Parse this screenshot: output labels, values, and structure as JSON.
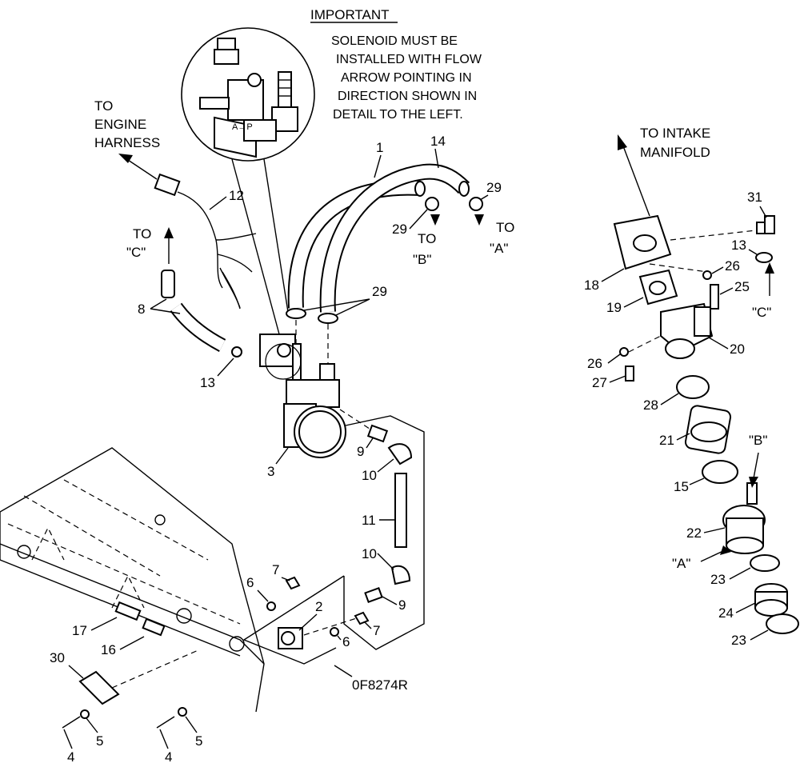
{
  "important_note": {
    "heading": "IMPORTANT",
    "lines": [
      "SOLENOID MUST BE",
      "INSTALLED WITH FLOW",
      "ARROW POINTING IN",
      "DIRECTION SHOWN IN",
      "DETAIL TO THE LEFT."
    ]
  },
  "detail_inset": {
    "flow_arrow_text": "A→P"
  },
  "directions": {
    "engine_harness": [
      "TO",
      "ENGINE",
      "HARNESS"
    ],
    "to_c": [
      "TO",
      "\"C\""
    ],
    "to_b": [
      "TO",
      "\"B\""
    ],
    "to_a": [
      "TO",
      "\"A\""
    ],
    "intake_manifold": [
      "TO INTAKE",
      "MANIFOLD"
    ],
    "ref_c": "\"C\"",
    "ref_b": "\"B\"",
    "ref_a": "\"A\""
  },
  "callouts": {
    "c1": "1",
    "c14": "14",
    "c29a": "29",
    "c29b": "29",
    "c29c": "29",
    "c12": "12",
    "c8": "8",
    "c13a": "13",
    "c3": "3",
    "c9a": "9",
    "c10a": "10",
    "c11": "11",
    "c10b": "10",
    "c9b": "9",
    "c7a": "7",
    "c6a": "6",
    "c2": "2",
    "c6b": "6",
    "c7b": "7",
    "c17": "17",
    "c16": "16",
    "c30": "30",
    "c4a": "4",
    "c5a": "5",
    "c4b": "4",
    "c5b": "5",
    "c31": "31",
    "c13b": "13",
    "c26a": "26",
    "c18": "18",
    "c25": "25",
    "c19": "19",
    "c20": "20",
    "c26b": "26",
    "c27": "27",
    "c28": "28",
    "c21": "21",
    "c15": "15",
    "c22": "22",
    "c23a": "23",
    "c24": "24",
    "c23b": "23"
  },
  "drawing_number": "0F8274R"
}
